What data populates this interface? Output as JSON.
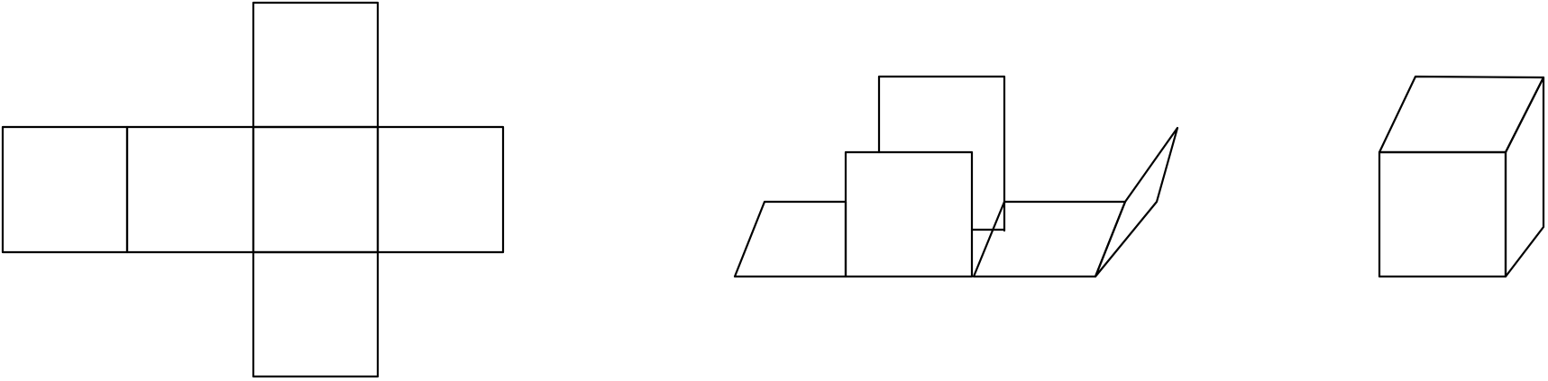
{
  "diagram": {
    "stroke_color": "#000000",
    "background": "#ffffff",
    "figures": [
      {
        "name": "cube-net",
        "shape": "cross-shaped net of six squares"
      },
      {
        "name": "partially-folded-cube",
        "shape": "net folding into a cube"
      },
      {
        "name": "folded-cube",
        "shape": "closed cube"
      }
    ]
  }
}
